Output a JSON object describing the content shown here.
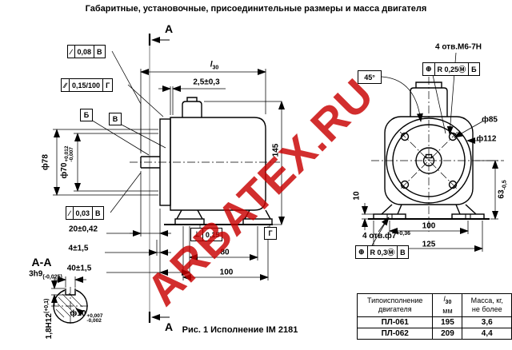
{
  "title": "Габаритные, установочные, присоединительные размеры и масса двигателя",
  "caption": "Рис. 1 Исполнение IM 2181",
  "watermark_text": "ARBATEX.RU",
  "colors": {
    "watermark_red": "#c80000",
    "line": "#000000",
    "background": "#ffffff"
  },
  "section_marks": {
    "top": "А",
    "bottom": "А",
    "section_title": "А-А"
  },
  "datums": {
    "b": "Б",
    "v": "В",
    "g": "Г"
  },
  "frames": {
    "runout_top": {
      "symbol": "∕",
      "value": "0,08",
      "datum": "В"
    },
    "parallelism": {
      "symbol": "∕∕",
      "value": "0,15/100",
      "datum": "Г"
    },
    "runout_bottom": {
      "symbol": "∕",
      "value": "0,03",
      "datum": "В"
    },
    "perpendicularity": {
      "symbol": "⊥",
      "value": "0,15"
    },
    "position_m6": {
      "symbol": "⊕",
      "value": "R 0,25",
      "modifier": "Ⓜ",
      "datum": "Б"
    },
    "position_f7": {
      "symbol": "⊕",
      "value": "R 0,3",
      "modifier": "Ⓜ",
      "datum": "В"
    }
  },
  "dims": {
    "l30": {
      "base": "l",
      "sub": "30"
    },
    "flange_gap": "2,5±0,3",
    "d78": "ф78",
    "d70": {
      "base": "ф70",
      "sup": "+0,012",
      "sub": "-0,007"
    },
    "height145": "145",
    "shaft20": "20±0,42",
    "len4": "4±1,5",
    "len40": "40±1,5",
    "feet80": "80",
    "feet100": "100",
    "holes_m6": "4 отв.М6-7Н",
    "angle45": "45°",
    "d85": "ф85",
    "d112": "ф112",
    "h63": {
      "base": "63",
      "sub": "-0,5"
    },
    "h10": "10",
    "base100": "100",
    "base125": "125",
    "holes_f7": {
      "base": "4 отв.ф7",
      "sup": "+0,36"
    },
    "key_w": {
      "base": "3h9",
      "sub": "(-0,025)"
    },
    "key_d10": {
      "base": "ф10",
      "sup": "+0,007",
      "sub": "-0,002"
    },
    "key_depth": {
      "base": "1,8H12",
      "sup": "(+0,1)"
    }
  },
  "table": {
    "header": {
      "col1_line1": "Типоисполнение",
      "col1_line2": "двигателя",
      "col2_base": "l",
      "col2_sub": "30",
      "col2_unit": "мм",
      "col3_line1": "Масса, кг,",
      "col3_line2": "не более"
    },
    "rows": [
      {
        "type": "ПЛ-061",
        "l30": "195",
        "mass": "3,6"
      },
      {
        "type": "ПЛ-062",
        "l30": "209",
        "mass": "4,4"
      }
    ]
  }
}
